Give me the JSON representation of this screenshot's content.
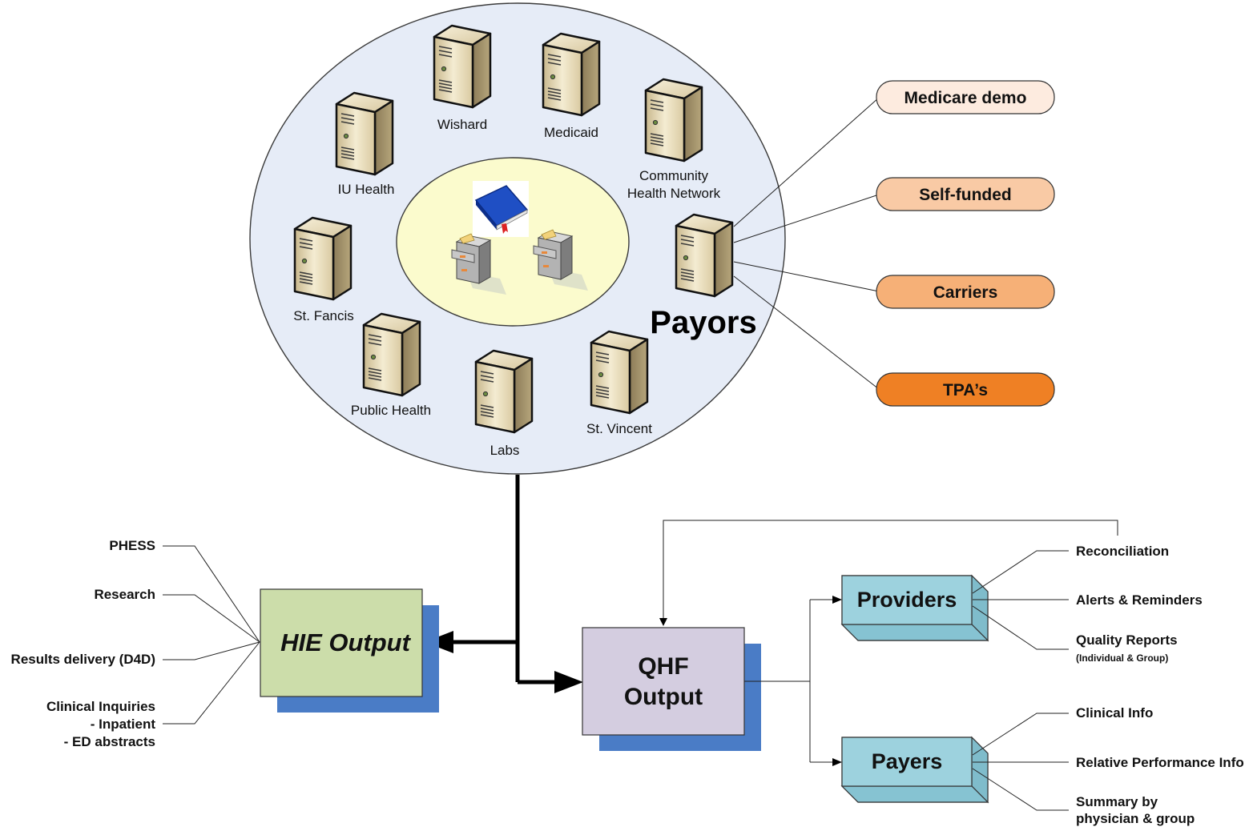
{
  "hub": {
    "payors_label": "Payors",
    "servers": [
      {
        "key": "iu-health",
        "label": "IU Health"
      },
      {
        "key": "wishard",
        "label": "Wishard"
      },
      {
        "key": "medicaid",
        "label": "Medicaid"
      },
      {
        "key": "community",
        "label": "Community",
        "label2": "Health Network"
      },
      {
        "key": "st-fancis",
        "label": "St. Fancis"
      },
      {
        "key": "public-health",
        "label": "Public Health"
      },
      {
        "key": "labs",
        "label": "Labs"
      },
      {
        "key": "st-vincent",
        "label": "St. Vincent"
      }
    ]
  },
  "payor_types": [
    {
      "label": "Medicare demo",
      "color": "#fdebdf"
    },
    {
      "label": "Self-funded",
      "color": "#f9caa5"
    },
    {
      "label": "Carriers",
      "color": "#f6b077"
    },
    {
      "label": "TPA’s",
      "color": "#ef8024"
    }
  ],
  "hie": {
    "label": "HIE Output",
    "color": "#ccddaa",
    "shadow_color": "#4a7cc6",
    "inputs": [
      "PHESS",
      "Research",
      "Results delivery (D4D)",
      "Clinical Inquiries",
      "- Inpatient",
      "- ED abstracts"
    ]
  },
  "qhf": {
    "line1": "QHF",
    "line2": "Output",
    "color": "#d4cde0"
  },
  "providers": {
    "label": "Providers",
    "color": "#9dd2de",
    "outputs": [
      "Reconciliation",
      "Alerts & Reminders",
      "Quality Reports"
    ],
    "note": "(Individual & Group)"
  },
  "payers": {
    "label": "Payers",
    "outputs": [
      "Clinical Info",
      "Relative Performance Info",
      "Summary by",
      "physician & group"
    ]
  }
}
